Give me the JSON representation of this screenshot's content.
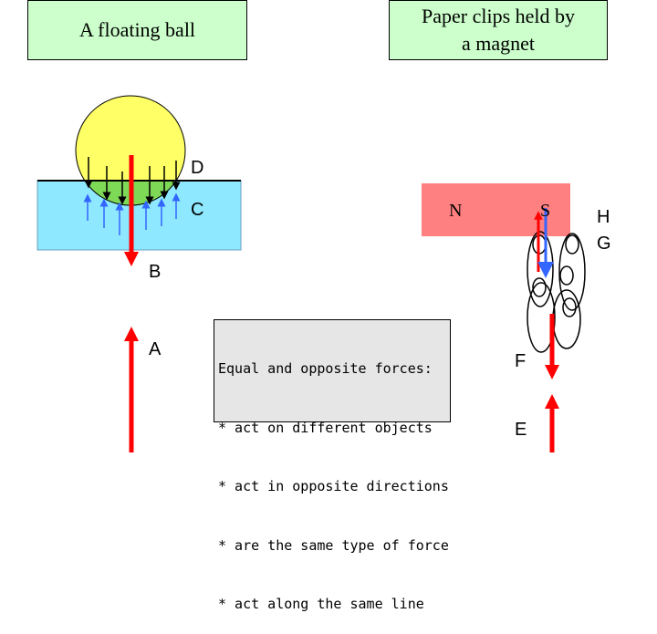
{
  "title_left": "A floating ball",
  "title_right": "Paper clips held by a magnet",
  "note_lines": [
    "Equal and opposite forces:",
    "* act on different objects",
    "* act in opposite directions",
    "* are the same type of force",
    "* act along the same line"
  ],
  "labels": {
    "a": "A",
    "b": "B",
    "c": "C",
    "d": "D",
    "e": "E",
    "f": "F",
    "g": "G",
    "h": "H"
  },
  "magnet": {
    "north": "N",
    "south": "S"
  },
  "colors": {
    "ball": "#ffff66",
    "water": "#8ee8ff",
    "submerged": "#7ed957",
    "magnet": "#ff8080",
    "force_red": "#ff0000",
    "force_blue": "#3366ff",
    "arrow_black": "#000000",
    "title_box": "#ccffcc",
    "note_box": "#e6e6e6"
  }
}
